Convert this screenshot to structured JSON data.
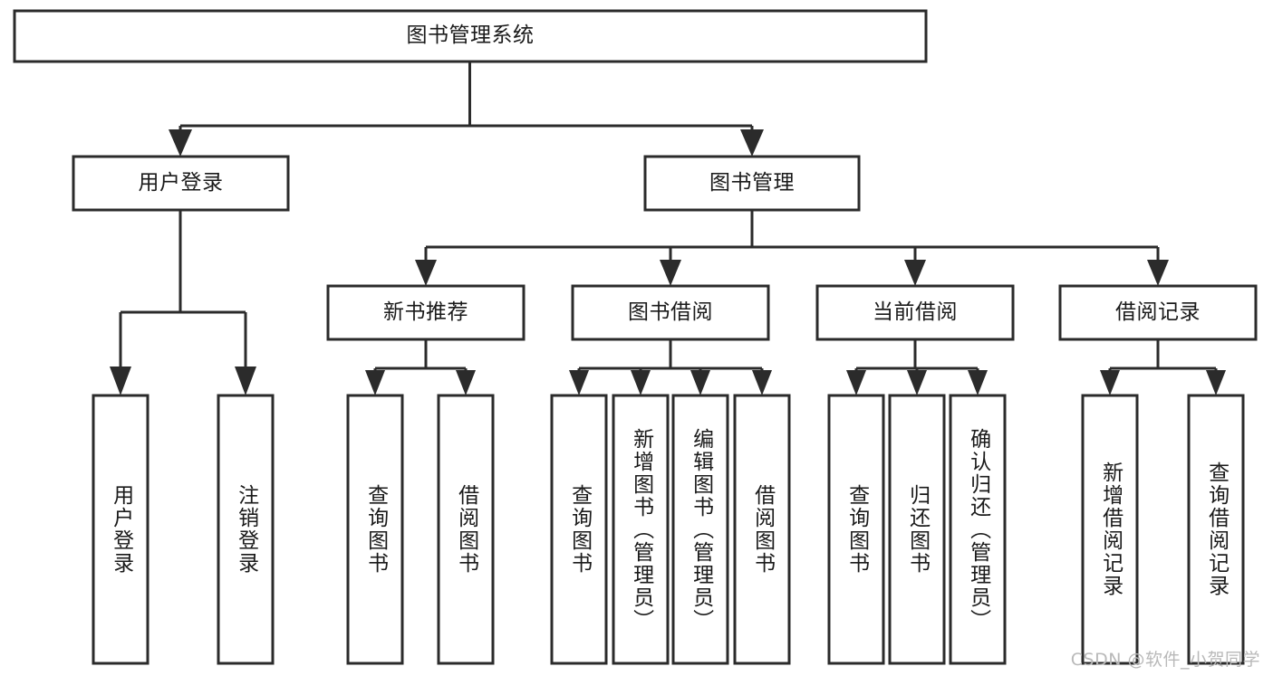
{
  "diagram": {
    "type": "tree-hierarchy-flowchart",
    "title": "图书管理系统",
    "watermark": "CSDN @软件_小贺同学",
    "colors": {
      "background": "#ffffff",
      "box_fill": "#ffffff",
      "box_stroke": "#2b2b2b",
      "text": "#1a1a1a",
      "watermark": "#b9b9b9"
    },
    "levels": {
      "root": {
        "label": "图书管理系统",
        "orientation": "horizontal"
      },
      "level2": [
        {
          "label": "用户登录",
          "orientation": "horizontal"
        },
        {
          "label": "图书管理",
          "orientation": "horizontal"
        }
      ],
      "level3": [
        {
          "label": "新书推荐",
          "orientation": "horizontal"
        },
        {
          "label": "图书借阅",
          "orientation": "horizontal"
        },
        {
          "label": "当前借阅",
          "orientation": "horizontal"
        },
        {
          "label": "借阅记录",
          "orientation": "horizontal"
        }
      ],
      "leaves_user_login": [
        {
          "label": "用户登录",
          "orientation": "vertical"
        },
        {
          "label": "注销登录",
          "orientation": "vertical"
        }
      ],
      "leaves_new_book": [
        {
          "label": "查询图书",
          "orientation": "vertical"
        },
        {
          "label": "借阅图书",
          "orientation": "vertical"
        }
      ],
      "leaves_borrow": [
        {
          "label": "查询图书",
          "orientation": "vertical"
        },
        {
          "label": "新增图书（管理员）",
          "orientation": "vertical"
        },
        {
          "label": "编辑图书（管理员）",
          "orientation": "vertical"
        },
        {
          "label": "借阅图书",
          "orientation": "vertical"
        }
      ],
      "leaves_current": [
        {
          "label": "查询图书",
          "orientation": "vertical"
        },
        {
          "label": "归还图书",
          "orientation": "vertical"
        },
        {
          "label": "确认归还（管理员）",
          "orientation": "vertical"
        }
      ],
      "leaves_records": [
        {
          "label": "新增借阅记录",
          "orientation": "vertical"
        },
        {
          "label": "查询借阅记录",
          "orientation": "vertical"
        }
      ]
    },
    "edges": [
      {
        "from": "图书管理系统",
        "to": "用户登录"
      },
      {
        "from": "图书管理系统",
        "to": "图书管理"
      },
      {
        "from": "用户登录",
        "to": "用户登录(叶)"
      },
      {
        "from": "用户登录",
        "to": "注销登录"
      },
      {
        "from": "图书管理",
        "to": "新书推荐"
      },
      {
        "from": "图书管理",
        "to": "图书借阅"
      },
      {
        "from": "图书管理",
        "to": "当前借阅"
      },
      {
        "from": "图书管理",
        "to": "借阅记录"
      },
      {
        "from": "新书推荐",
        "to": "查询图书"
      },
      {
        "from": "新书推荐",
        "to": "借阅图书"
      },
      {
        "from": "图书借阅",
        "to": "查询图书"
      },
      {
        "from": "图书借阅",
        "to": "新增图书（管理员）"
      },
      {
        "from": "图书借阅",
        "to": "编辑图书（管理员）"
      },
      {
        "from": "图书借阅",
        "to": "借阅图书"
      },
      {
        "from": "当前借阅",
        "to": "查询图书"
      },
      {
        "from": "当前借阅",
        "to": "归还图书"
      },
      {
        "from": "当前借阅",
        "to": "确认归还（管理员）"
      },
      {
        "from": "借阅记录",
        "to": "新增借阅记录"
      },
      {
        "from": "借阅记录",
        "to": "查询借阅记录"
      }
    ]
  }
}
